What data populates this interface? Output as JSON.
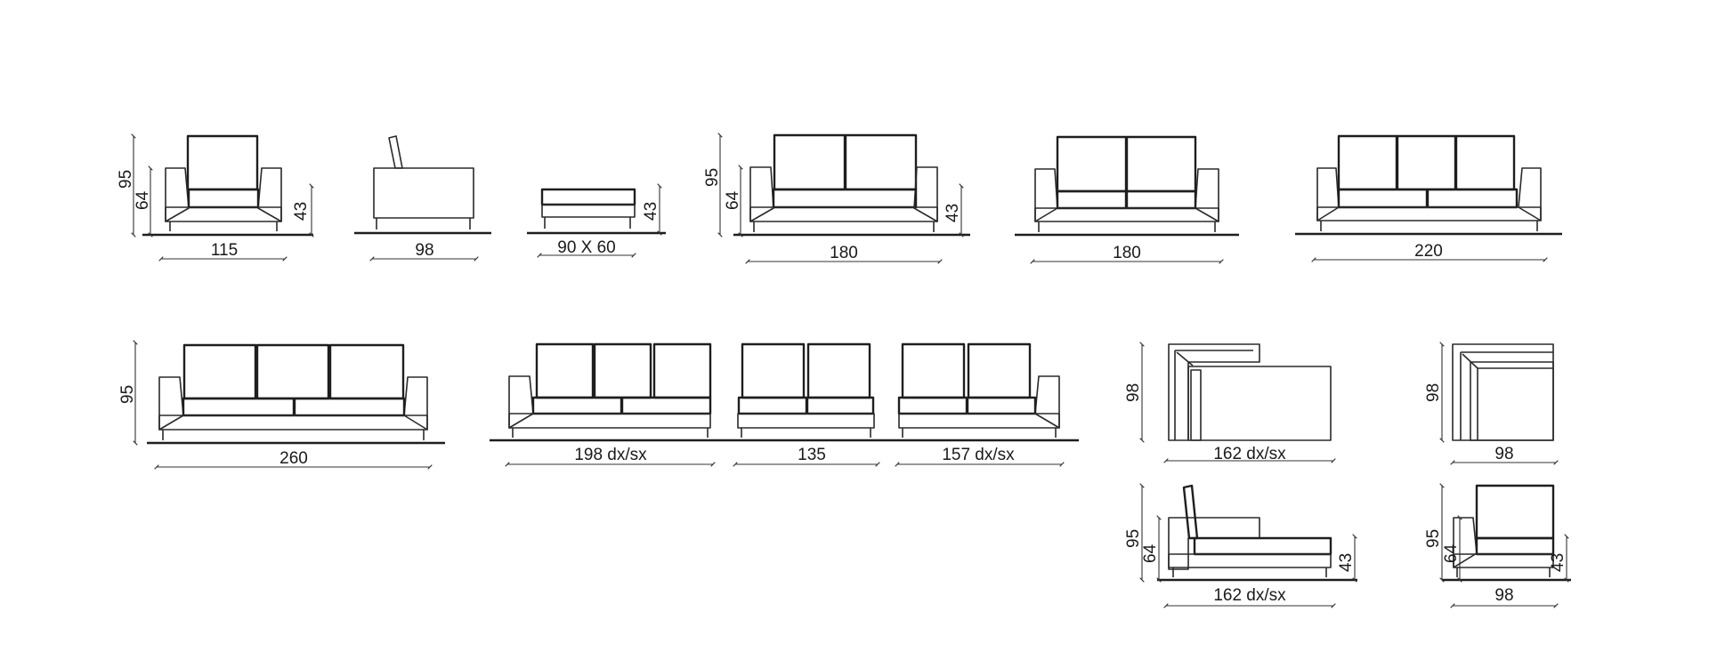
{
  "dimensions": {
    "armchair": {
      "height_total": "95",
      "height_arm": "64",
      "height_seat": "43",
      "width": "115"
    },
    "armchair_side": {
      "depth": "98"
    },
    "pouf": {
      "size": "90 X 60",
      "height": "43"
    },
    "sofa_2_seat_a": {
      "height_total": "95",
      "height_arm": "64",
      "height_seat": "43",
      "width": "180"
    },
    "sofa_2_seat_b": {
      "width": "180"
    },
    "sofa_3_seat": {
      "width": "220"
    },
    "sofa_260": {
      "height_total": "95",
      "width": "260"
    },
    "module_198": {
      "width": "198 dx/sx"
    },
    "module_135": {
      "width": "135"
    },
    "module_157": {
      "width": "157 dx/sx"
    },
    "chaise_top": {
      "depth": "98",
      "width": "162 dx/sx"
    },
    "corner_top": {
      "depth": "98",
      "width": "98"
    },
    "chaise_front": {
      "height_total": "95",
      "height_arm": "64",
      "height_seat": "43",
      "width": "162 dx/sx"
    },
    "corner_front": {
      "height_total": "95",
      "height_arm": "64",
      "height_seat": "43",
      "width": "98"
    }
  }
}
